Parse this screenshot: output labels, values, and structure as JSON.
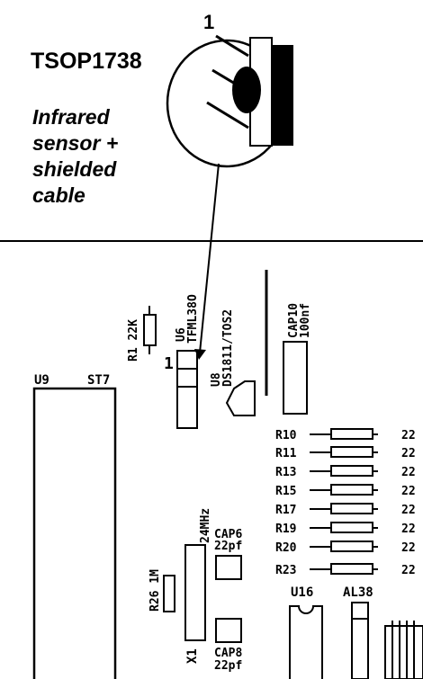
{
  "callout": {
    "part_number": "TSOP1738",
    "pin_marker": "1",
    "description_lines": [
      "Infrared",
      "sensor +",
      "shielded",
      "cable"
    ]
  },
  "pcb": {
    "resistor_r1": "R1 22K",
    "u6_ref": "U6",
    "u6_part": "TFML38O",
    "u6_pin1": "1",
    "u8_ref": "U8",
    "u8_part": "DS1811/TOS2",
    "cap10_ref": "CAP10",
    "cap10_value": "100nf",
    "u9_ref": "U9",
    "st7_ref": "ST7",
    "resistors": [
      {
        "ref": "R10",
        "value": "22"
      },
      {
        "ref": "R11",
        "value": "22"
      },
      {
        "ref": "R13",
        "value": "22"
      },
      {
        "ref": "R15",
        "value": "22"
      },
      {
        "ref": "R17",
        "value": "22"
      },
      {
        "ref": "R19",
        "value": "22"
      },
      {
        "ref": "R20",
        "value": "22"
      },
      {
        "ref": "R23",
        "value": "22"
      }
    ],
    "crystal_freq": "24MHz",
    "crystal_ref": "X1",
    "cap6_ref": "CAP6",
    "cap6_value": "22pf",
    "cap8_ref": "CAP8",
    "cap8_value": "22pf",
    "r26_label": "R26 1M",
    "u16_ref": "U16",
    "al38_ref": "AL38"
  }
}
